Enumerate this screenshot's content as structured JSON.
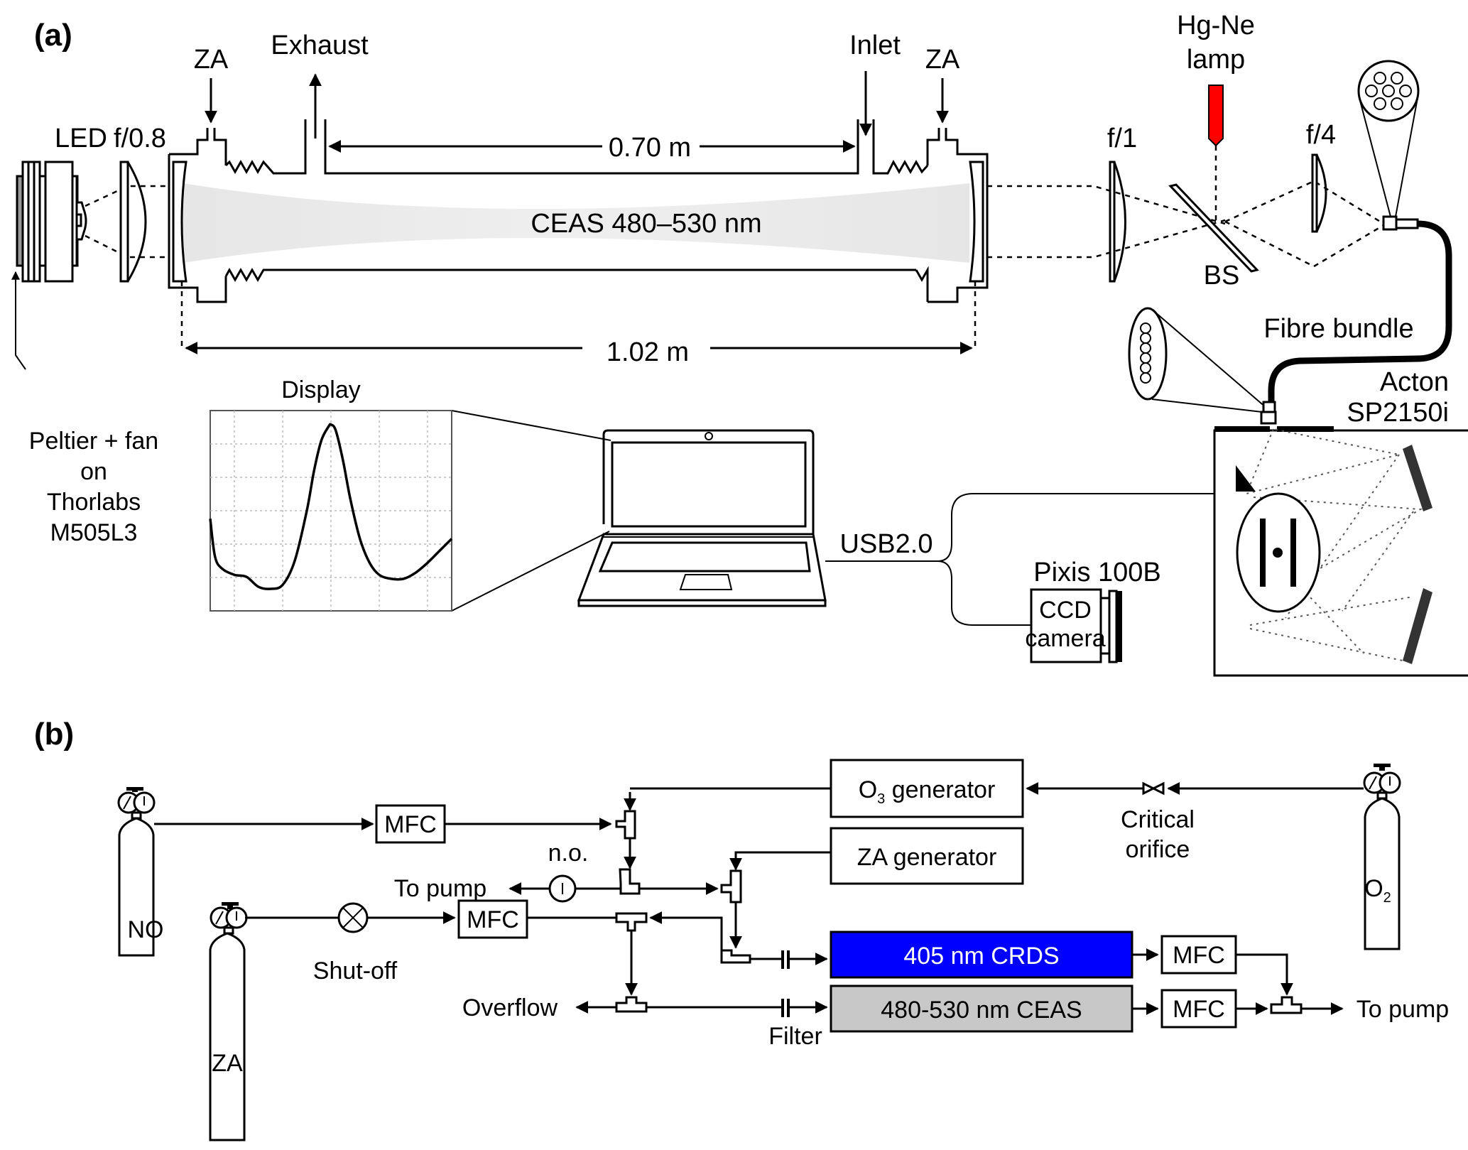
{
  "panel_a": {
    "label": "(a)",
    "led": "LED",
    "lens1": "f/0.8",
    "za_left": "ZA",
    "exhaust": "Exhaust",
    "inlet": "Inlet",
    "za_right": "ZA",
    "span_inner": "0.70 m",
    "span_outer": "1.02 m",
    "beam_label": "CEAS 480–530 nm",
    "lens2": "f/1",
    "lamp": [
      "Hg-Ne",
      "lamp"
    ],
    "bs": "BS",
    "lens3": "f/4",
    "fibre": "Fibre bundle",
    "spectrometer": [
      "Acton",
      "SP2150i"
    ],
    "peltier": [
      "Peltier + fan",
      "on",
      "Thorlabs",
      "M505L3"
    ],
    "display": "Display",
    "usb": "USB2.0",
    "camera_model": "Pixis 100B",
    "camera": [
      "CCD",
      "camera"
    ],
    "lamp_color": "#ff0000"
  },
  "panel_b": {
    "label": "(b)",
    "cyl_no": "NO",
    "cyl_za": "ZA",
    "cyl_o2": "O",
    "cyl_o2_sub": "2",
    "mfc": "MFC",
    "o3_gen": "O",
    "o3_sub": "3",
    "o3_gen_rest": " generator",
    "za_gen": "ZA generator",
    "critical": [
      "Critical",
      "orifice"
    ],
    "no_valve": "n.o.",
    "to_pump_left": "To pump",
    "shutoff": "Shut-off",
    "overflow": "Overflow",
    "filter": "Filter",
    "crds": "405 nm CRDS",
    "ceas": "480-530 nm CEAS",
    "to_pump_right": "To pump",
    "crds_color": "#0000ff",
    "ceas_color": "#c8c8c8"
  },
  "chart_data": {
    "type": "line",
    "title": "Display",
    "xlabel": "",
    "ylabel": "",
    "grid": true,
    "x": [
      0,
      0.02,
      0.05,
      0.1,
      0.15,
      0.2,
      0.25,
      0.3,
      0.35,
      0.4,
      0.43,
      0.46,
      0.49,
      0.5,
      0.52,
      0.55,
      0.58,
      0.62,
      0.66,
      0.7,
      0.75,
      0.8,
      0.85,
      0.9,
      0.95,
      1.0
    ],
    "y": [
      0.46,
      0.27,
      0.21,
      0.18,
      0.17,
      0.12,
      0.11,
      0.13,
      0.25,
      0.5,
      0.7,
      0.85,
      0.92,
      0.93,
      0.9,
      0.75,
      0.56,
      0.36,
      0.24,
      0.18,
      0.16,
      0.16,
      0.19,
      0.24,
      0.3,
      0.36
    ],
    "xlim": [
      0,
      1
    ],
    "ylim": [
      0,
      1
    ]
  }
}
